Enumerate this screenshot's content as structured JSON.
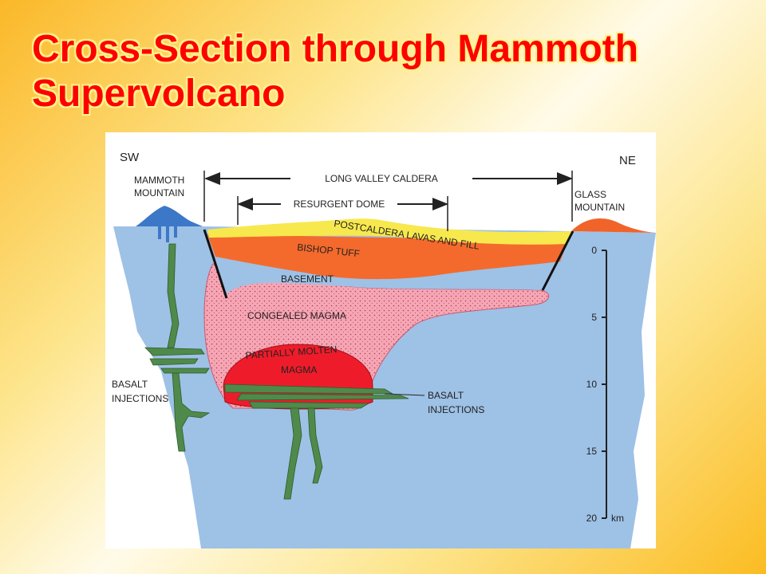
{
  "slide": {
    "title_line1": "Cross-Section through Mammoth",
    "title_line2": "Supervolcano"
  },
  "diagram": {
    "direction_left": "SW",
    "direction_right": "NE",
    "mammoth_mountain_line1": "MAMMOTH",
    "mammoth_mountain_line2": "MOUNTAIN",
    "glass_mountain_line1": "GLASS",
    "glass_mountain_line2": "MOUNTAIN",
    "long_valley_caldera": "LONG VALLEY CALDERA",
    "resurgent_dome": "RESURGENT DOME",
    "postcaldera_lavas_and_fill": "POSTCALDERA LAVAS AND FILL",
    "bishop_tuff": "BISHOP TUFF",
    "basement": "BASEMENT",
    "congealed_magma": "CONGEALED MAGMA",
    "partially_molten_line1": "PARTIALLY MOLTEN",
    "partially_molten_line2": "MAGMA",
    "basalt_injections_left_line1": "BASALT",
    "basalt_injections_left_line2": "INJECTIONS",
    "basalt_injections_right_line1": "BASALT",
    "basalt_injections_right_line2": "INJECTIONS",
    "depth_scale": {
      "ticks": [
        "0",
        "5",
        "10",
        "15",
        "20"
      ],
      "unit": "km"
    },
    "colors": {
      "crust": "#9ec1e6",
      "fill_yellow": "#f7e84e",
      "bishop_tuff": "#f46a2c",
      "congealed_magma": "#f5a6b4",
      "molten_magma": "#ee1c2a",
      "basalt": "#4f8a4a",
      "mammoth_mountain": "#3d78c8",
      "glass_mountain": "#f0642a"
    }
  }
}
